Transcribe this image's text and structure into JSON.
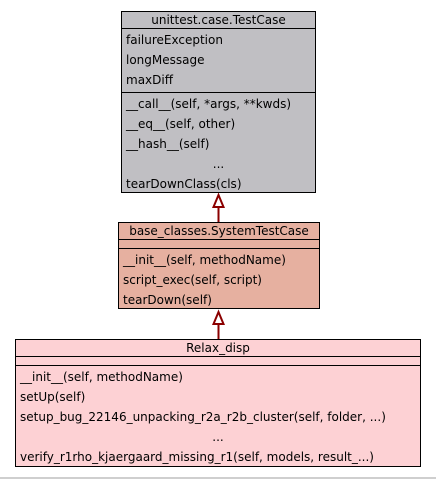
{
  "diagram": {
    "classes": [
      {
        "id": "testcase",
        "name": "unittest.case.TestCase",
        "attributes": [
          "failureException",
          "longMessage",
          "maxDiff"
        ],
        "methods": [
          "__call__(self, *args, **kwds)",
          "__eq__(self, other)",
          "__hash__(self)",
          "...",
          "tearDownClass(cls)"
        ],
        "fill": "#c0bfc3"
      },
      {
        "id": "system",
        "name": "base_classes.SystemTestCase",
        "attributes": [],
        "methods": [
          "__init__(self, methodName)",
          "script_exec(self, script)",
          "tearDown(self)"
        ],
        "fill": "#e6b0a0"
      },
      {
        "id": "relax",
        "name": "Relax_disp",
        "attributes": [],
        "methods": [
          "__init__(self, methodName)",
          "setUp(self)",
          "setup_bug_22146_unpacking_r2a_r2b_cluster(self, folder, ...)",
          "...",
          "verify_r1rho_kjaergaard_missing_r1(self, models, result_...)"
        ],
        "fill": "#fdd1d4"
      }
    ],
    "arrow_color": "#8b0000"
  }
}
